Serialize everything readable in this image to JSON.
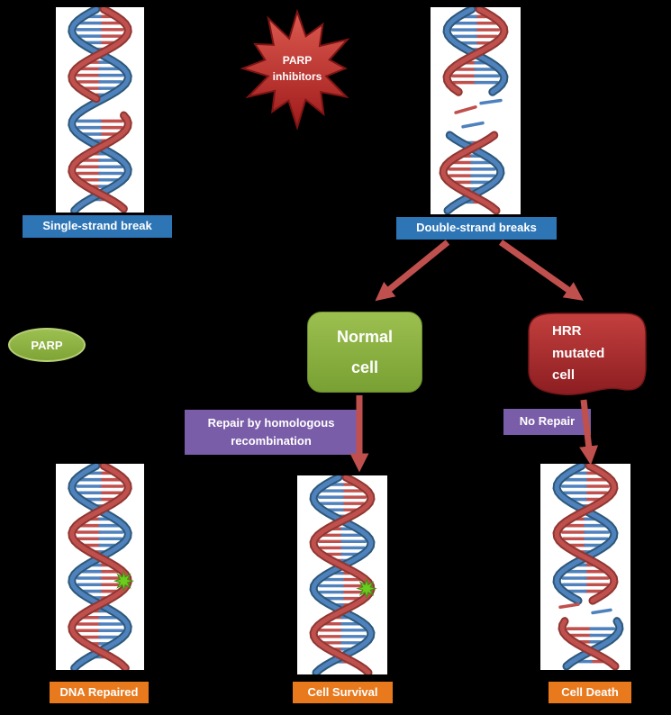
{
  "diagram": {
    "labels": {
      "single_strand_break": "Single-strand break",
      "double_strand_breaks": "Double-strand breaks",
      "parp_inhibitors": "PARP\ninhibitors",
      "parp": "PARP",
      "normal_cell": "Normal\ncell",
      "hrr_mutated_cell": "HRR\nmutated\ncell",
      "repair_homologous": "Repair by homologous\nrecombination",
      "no_repair": "No Repair",
      "dna_repaired": "DNA Repaired",
      "cell_survival": "Cell Survival",
      "cell_death": "Cell Death"
    },
    "colors": {
      "background": "#000000",
      "panel": "#FFFFFF",
      "blue_label": "#2E75B6",
      "orange_label": "#E8791D",
      "purple_label": "#7A5DA8",
      "green_cell": "#85AC3B",
      "red_cell": "#B02B30",
      "burst_red": "#C23A32",
      "arrow": "#C0504D",
      "dna_red": "#C0504D",
      "dna_red_dark": "#8E3732",
      "dna_blue": "#4F81BD",
      "dna_blue_dark": "#2C5878",
      "repair_star": "#6CCB1F",
      "text_white": "#FFFFFF"
    }
  }
}
